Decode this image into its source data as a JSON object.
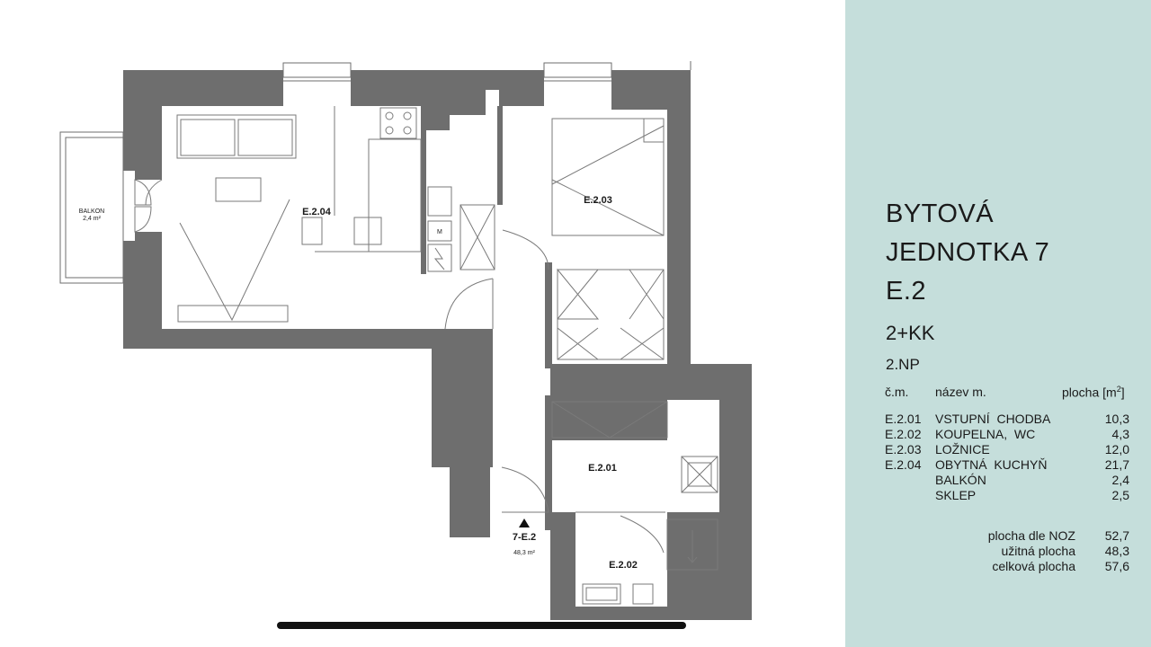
{
  "plan": {
    "balcony_label": "BALKON",
    "balcony_area": "2,4 m²",
    "rooms": {
      "e204": "E.2.04",
      "e203": "E.2.03",
      "e201": "E.2.01",
      "e202": "E.2.02"
    },
    "entrance_code": "7-E.2",
    "entrance_area": "48,3 m²",
    "fridge_letter": "M"
  },
  "panel": {
    "title_lines": [
      "BYTOVÁ",
      "JEDNOTKA 7",
      "E.2"
    ],
    "layout_type": "2+KK",
    "floor": "2.NP",
    "columns": {
      "code": "č.m.",
      "name": "název m.",
      "area": "plocha [m",
      "area_sup": "2",
      "area_close": "]"
    },
    "rooms": [
      {
        "code": "E.2.01",
        "name": "VSTUPNÍ  CHODBA",
        "area": "10,3"
      },
      {
        "code": "E.2.02",
        "name": "KOUPELNA,  WC",
        "area": "4,3"
      },
      {
        "code": "E.2.03",
        "name": "LOŽNICE",
        "area": "12,0"
      },
      {
        "code": "E.2.04",
        "name": "OBYTNÁ  KUCHYŇ",
        "area": "21,7"
      },
      {
        "code": "",
        "name": "BALKÓN",
        "area": "2,4"
      },
      {
        "code": "",
        "name": "SKLEP",
        "area": "2,5"
      }
    ],
    "totals": [
      {
        "label": "plocha dle NOZ",
        "value": "52,7"
      },
      {
        "label": "užitná plocha",
        "value": "48,3"
      },
      {
        "label": "celková plocha",
        "value": "57,6"
      }
    ]
  },
  "colors": {
    "panel_bg": "#c5dedb",
    "wall": "#6e6e6e",
    "scrollbar": "#111111"
  }
}
